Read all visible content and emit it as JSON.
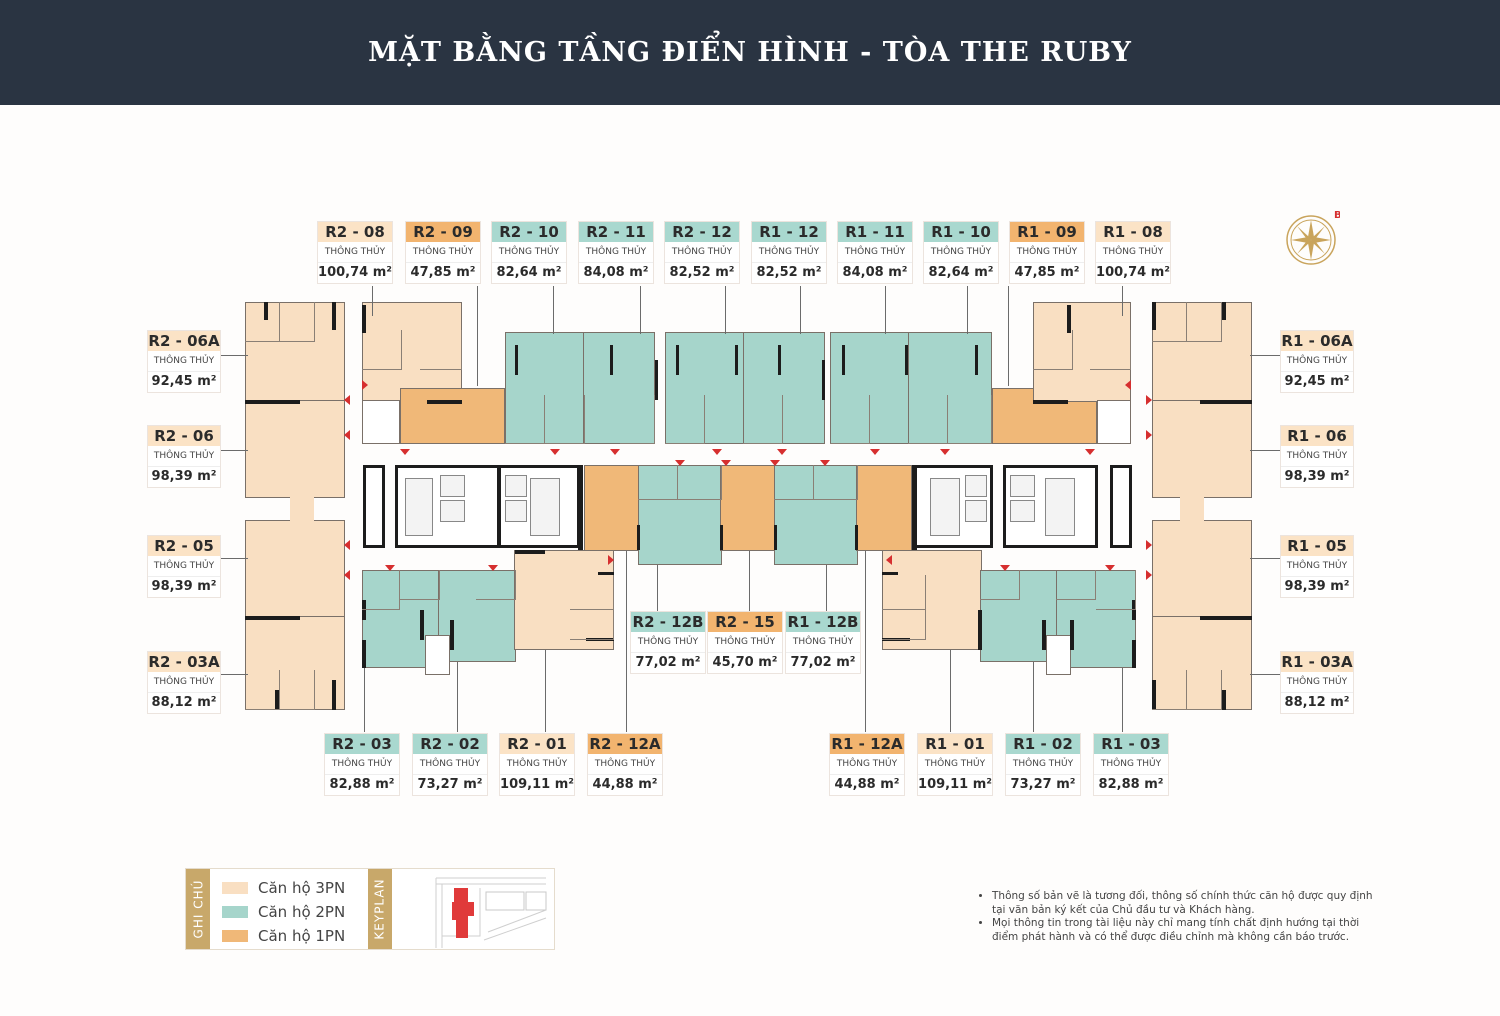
{
  "header": {
    "title": "MẶT BẰNG TẦNG ĐIỂN HÌNH - TÒA THE RUBY"
  },
  "colors": {
    "header_bg": "#2a3442",
    "apt_3pn": "#f9dfc2",
    "apt_2pn": "#a6d5cb",
    "apt_1pn": "#f0b878",
    "door_marker": "#d62f2f",
    "compass": "#c9a45c",
    "legend_tab": "#c8a86a"
  },
  "area_label": "THÔNG THỦY",
  "compass": {
    "icon": "compass-rose-icon",
    "north_label": "B"
  },
  "units": {
    "top": [
      {
        "code": "R2 - 08",
        "type": "3PN",
        "area": "100,74 m²"
      },
      {
        "code": "R2 - 09",
        "type": "1PN",
        "area": "47,85 m²"
      },
      {
        "code": "R2 - 10",
        "type": "2PN",
        "area": "82,64 m²"
      },
      {
        "code": "R2 - 11",
        "type": "2PN",
        "area": "84,08 m²"
      },
      {
        "code": "R2 - 12",
        "type": "2PN",
        "area": "82,52 m²"
      },
      {
        "code": "R1 - 12",
        "type": "2PN",
        "area": "82,52 m²"
      },
      {
        "code": "R1 - 11",
        "type": "2PN",
        "area": "84,08 m²"
      },
      {
        "code": "R1 - 10",
        "type": "2PN",
        "area": "82,64 m²"
      },
      {
        "code": "R1 - 09",
        "type": "1PN",
        "area": "47,85 m²"
      },
      {
        "code": "R1 - 08",
        "type": "3PN",
        "area": "100,74 m²"
      }
    ],
    "left": [
      {
        "code": "R2 - 06A",
        "type": "3PN",
        "area": "92,45 m²"
      },
      {
        "code": "R2 - 06",
        "type": "3PN",
        "area": "98,39 m²"
      },
      {
        "code": "R2 - 05",
        "type": "3PN",
        "area": "98,39 m²"
      },
      {
        "code": "R2 - 03A",
        "type": "3PN",
        "area": "88,12 m²"
      }
    ],
    "right": [
      {
        "code": "R1 - 06A",
        "type": "3PN",
        "area": "92,45 m²"
      },
      {
        "code": "R1 - 06",
        "type": "3PN",
        "area": "98,39 m²"
      },
      {
        "code": "R1 - 05",
        "type": "3PN",
        "area": "98,39 m²"
      },
      {
        "code": "R1 - 03A",
        "type": "3PN",
        "area": "88,12 m²"
      }
    ],
    "middle": [
      {
        "code": "R2 - 12B",
        "type": "2PN",
        "area": "77,02 m²"
      },
      {
        "code": "R2 - 15",
        "type": "1PN",
        "area": "45,70 m²"
      },
      {
        "code": "R1 - 12B",
        "type": "2PN",
        "area": "77,02 m²"
      }
    ],
    "bottom": [
      {
        "code": "R2 - 03",
        "type": "2PN",
        "area": "82,88 m²"
      },
      {
        "code": "R2 - 02",
        "type": "2PN",
        "area": "73,27 m²"
      },
      {
        "code": "R2 - 01",
        "type": "3PN",
        "area": "109,11 m²"
      },
      {
        "code": "R2 - 12A",
        "type": "1PN",
        "area": "44,88 m²"
      },
      {
        "code": "R1 - 12A",
        "type": "1PN",
        "area": "44,88 m²"
      },
      {
        "code": "R1 - 01",
        "type": "3PN",
        "area": "109,11 m²"
      },
      {
        "code": "R1 - 02",
        "type": "2PN",
        "area": "73,27 m²"
      },
      {
        "code": "R1 - 03",
        "type": "2PN",
        "area": "82,88 m²"
      }
    ]
  },
  "legend": {
    "title": "GHI CHÚ",
    "items": [
      {
        "label": "Căn hộ 3PN",
        "color": "#f9dfc2"
      },
      {
        "label": "Căn hộ 2PN",
        "color": "#a6d5cb"
      },
      {
        "label": "Căn hộ 1PN",
        "color": "#f0b878"
      }
    ],
    "keyplan_title": "KEYPLAN",
    "keyplan_highlight": "#e03a3a"
  },
  "notes": [
    "Thông số bản vẽ là tương đối, thông số chính thức căn hộ được quy định tại văn bản ký kết của Chủ đầu tư và Khách hàng.",
    "Mọi thông tin trong tài liệu này chỉ mang tính chất định hướng tại thời điểm phát hành và có thể được điều chỉnh mà không cần báo trước."
  ]
}
